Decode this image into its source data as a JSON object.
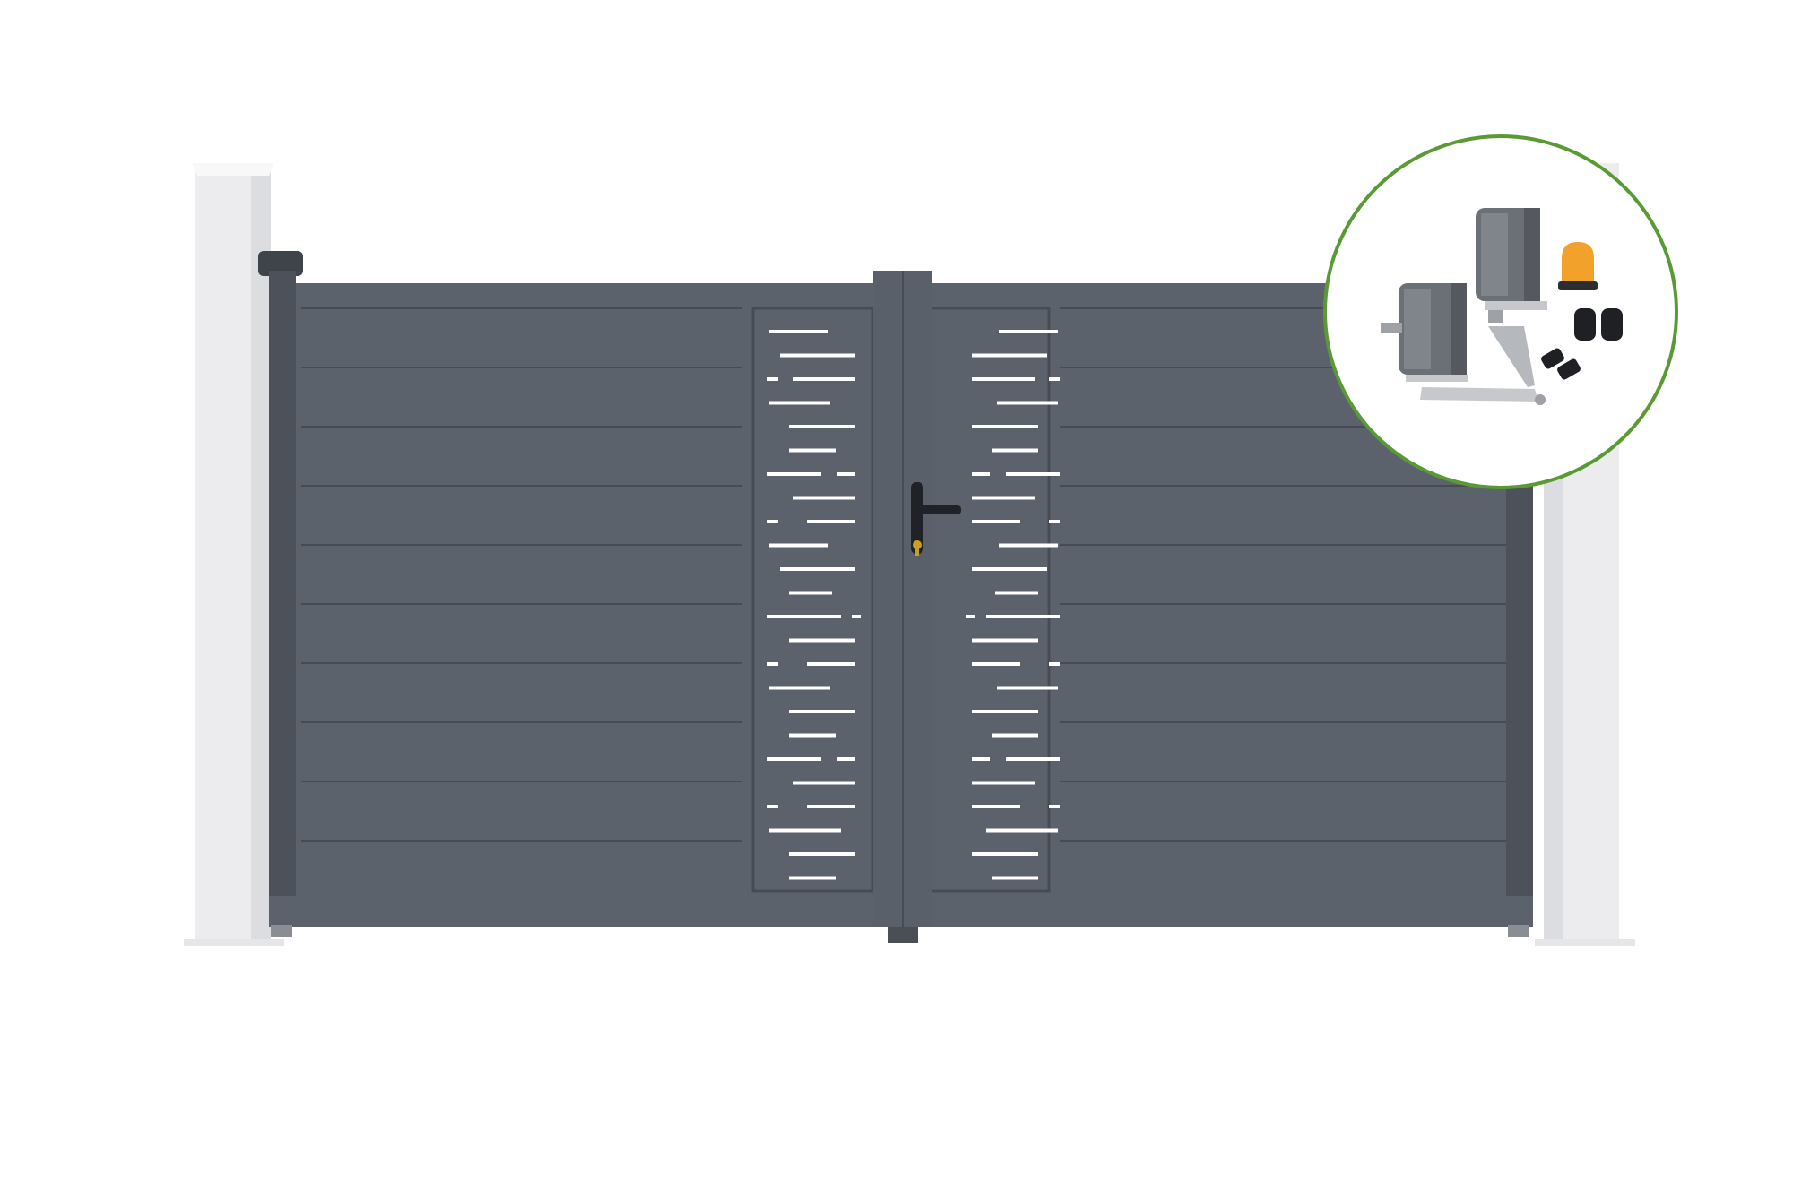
{
  "scene": {
    "subject": "double-swing-aluminium-gate",
    "colors": {
      "background": "#ffffff",
      "gate": "#5c626b",
      "gate_line": "#474c54",
      "gate_dark": "#3f444b",
      "pillar": "#f1f1f3",
      "pillar_shadow": "#dcdde0",
      "slot": "#ffffff",
      "inset_ring": "#5a9a35",
      "motor": "#6b6f76",
      "flash_light": "#f2a12a",
      "lock": "#c9a020",
      "arm": "#c6c8cc"
    },
    "inset": {
      "content": "motor-kit",
      "items": [
        "motor-unit",
        "motor-unit",
        "orange-flash-light",
        "photocell",
        "photocell",
        "remote-control",
        "remote-control",
        "swing-arm"
      ]
    }
  }
}
